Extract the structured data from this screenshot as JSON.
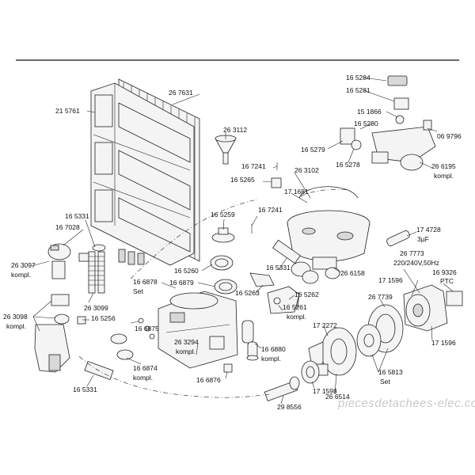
{
  "labels": {
    "p165284": "16 5284",
    "p165281": "16 5281",
    "p151866": "15 1866",
    "p165280": "16 5280",
    "p069796": "06 9796",
    "p165279": "16 5279",
    "p165278": "16 5278",
    "p266195": "26 6195",
    "p266195_sub": "kompl.",
    "p267631": "26 7631",
    "p215761": "21 5761",
    "p263112": "26 3112",
    "p167241a": "16 7241",
    "p165265": "16 5265",
    "p263102": "26 3102",
    "p171681": "17 1681",
    "p167241b": "16 7241",
    "p165259": "16 5259",
    "p165331a": "16 5331",
    "p167028": "16 7028",
    "p263097": "26 3097",
    "p263097_sub": "kompl.",
    "p174728": "17 4728",
    "p174728_sub": "3µF",
    "p165331b": "16 5331",
    "p266158": "26 6158",
    "p165260": "16 5260",
    "p166879": "16 6879",
    "p166878": "16 6878",
    "p166878_sub": "Set",
    "p267773": "26 7773",
    "p267773_sub": "220/240V,50Hz",
    "p171596a": "17 1596",
    "p169326": "16 9326",
    "p169326_sub": "PTC",
    "p165263": "16 5263",
    "p165262": "16 5262",
    "p263098": "26 3098",
    "p263098_sub": "kompl.",
    "p263099": "26 3099",
    "p165256": "16 5256",
    "p165261": "16 5261",
    "p165261_sub": "kompl.",
    "p267739": "26 7739",
    "p166875": "16 6875",
    "p172272": "17 2272",
    "p171596b": "17 1596",
    "p263294": "26 3294",
    "p263294_sub": "kompl.",
    "p166880": "16 6880",
    "p166880_sub": "kompl.",
    "p166874": "16 6874",
    "p166874_sub": "kompl.",
    "p165813": "16 5813",
    "p165813_sub": "Set",
    "p166876": "16 6876",
    "p171598": "17 1598",
    "p266514": "26 6514",
    "p165331c": "16 5331",
    "p298556": "29 8556"
  },
  "watermark": "piecesdetachees-elec.com"
}
